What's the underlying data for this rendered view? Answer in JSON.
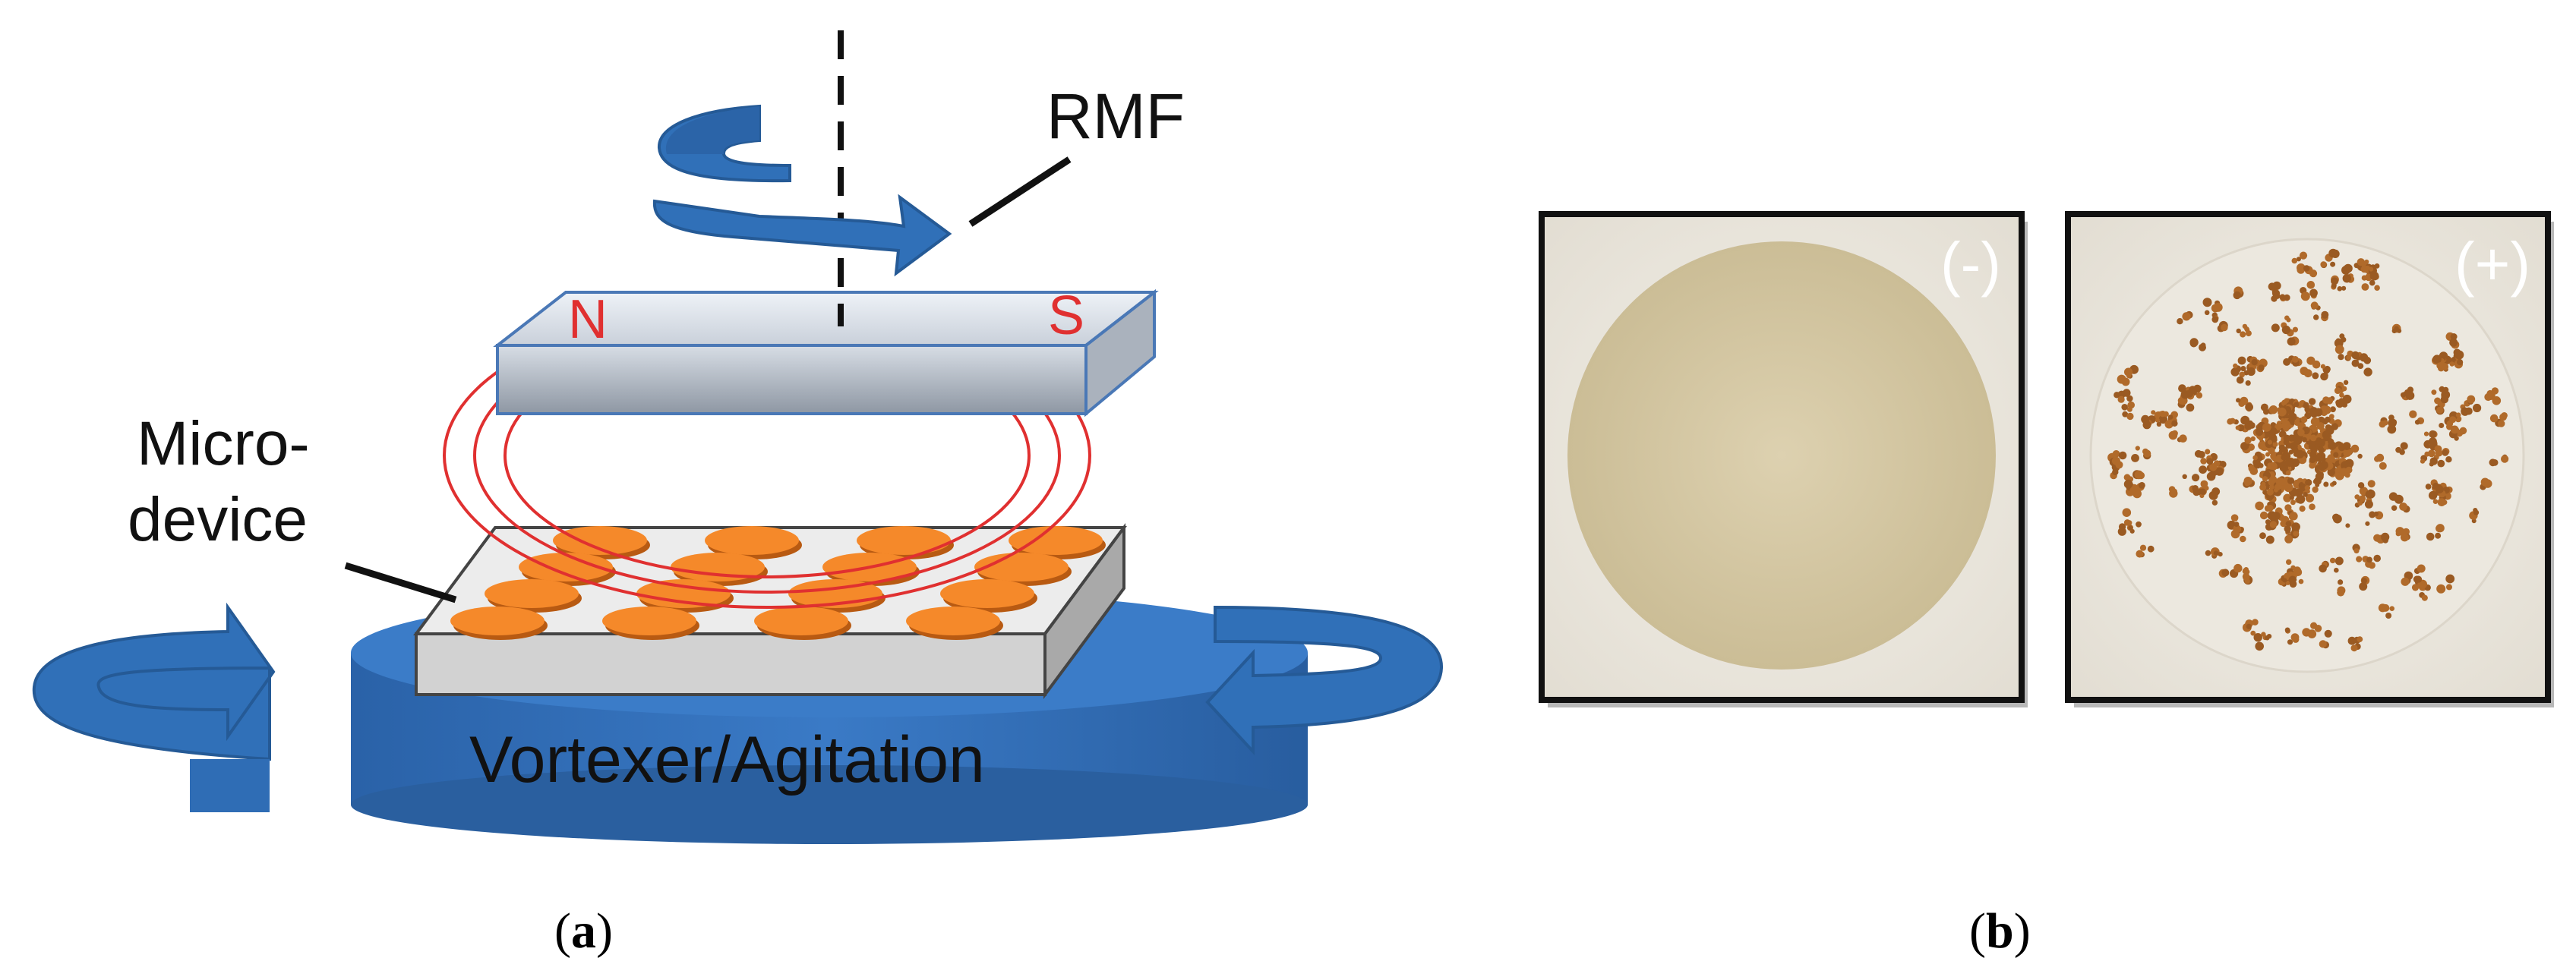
{
  "panel_a": {
    "rmf_label": "RMF",
    "north_label": "N",
    "south_label": "S",
    "device_label_line1": "Micro-",
    "device_label_line2": "device",
    "base_label": "Vortexer/Agitation",
    "caption_letter": "a",
    "colors": {
      "arrow_blue": "#2f6db5",
      "magnet_gray": "#b8bfc8",
      "field_red": "#e03030",
      "pole_red": "#e03030",
      "disc_orange": "#f5892a",
      "base_blue": "#2f6db5",
      "device_gray": "#d9d9d9"
    }
  },
  "panel_b": {
    "negative_tag": "(-)",
    "positive_tag": "(+)",
    "caption_letter": "b",
    "colors": {
      "negative_disc": "#d8cba9",
      "positive_disc": "#ece7dd",
      "particle_brown": "#9a5a22",
      "frame_black": "#111111"
    }
  }
}
